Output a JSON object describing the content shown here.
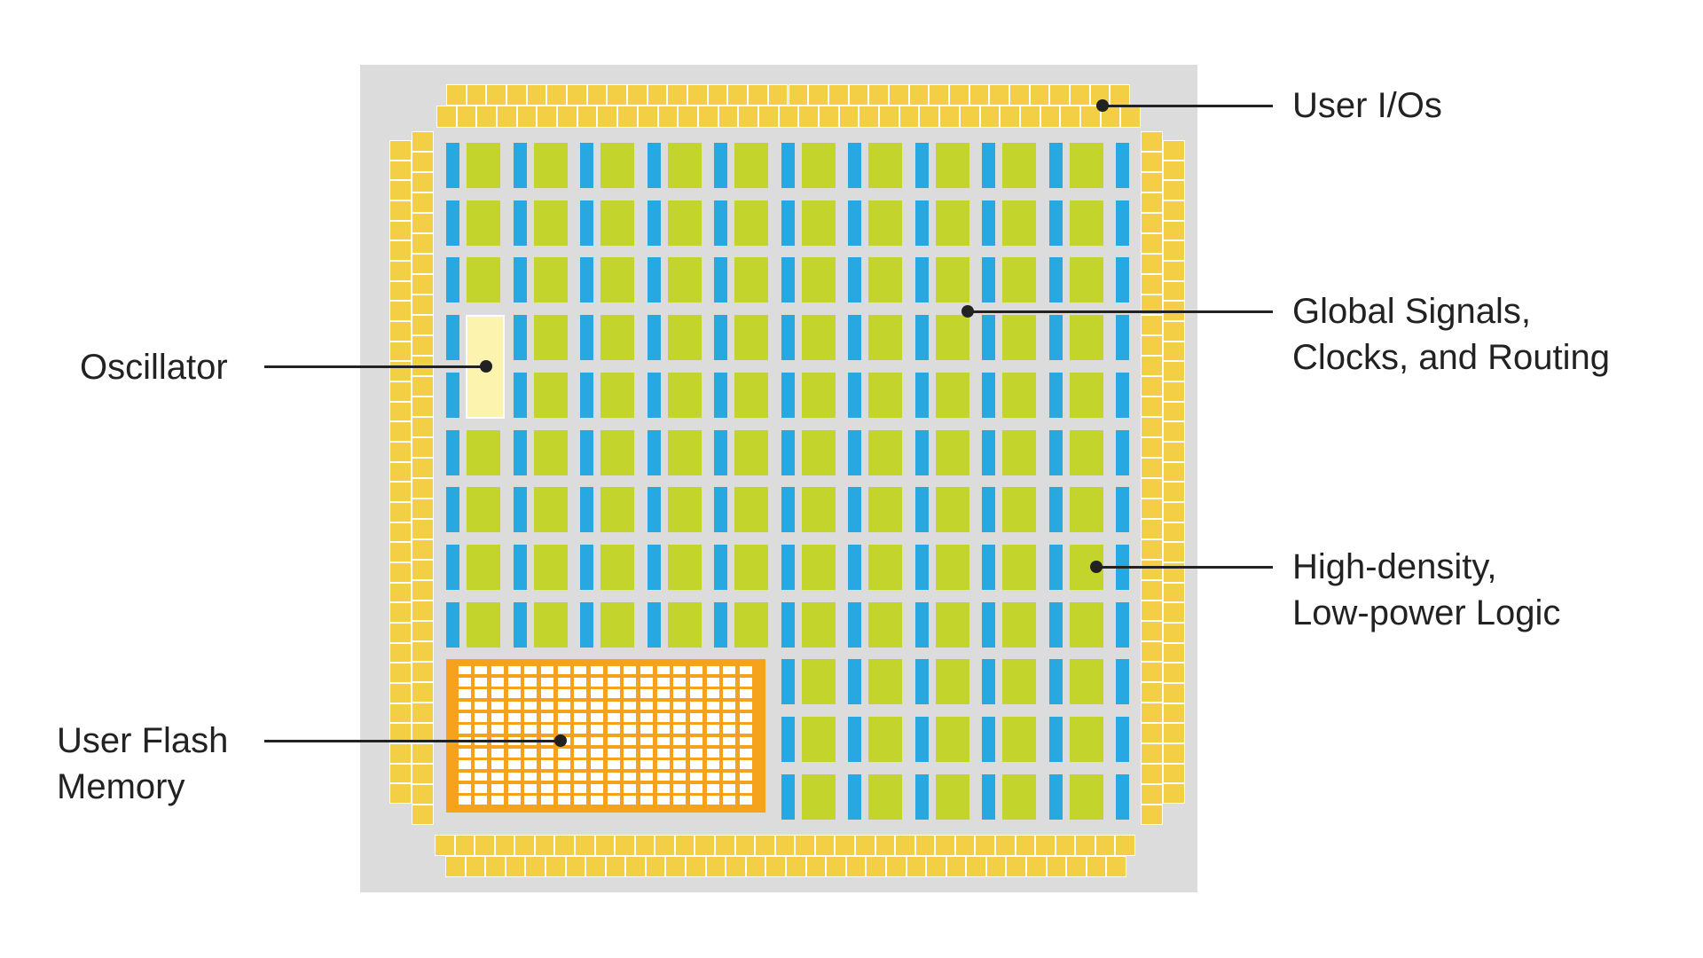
{
  "title": "FPGA block diagram",
  "colors": {
    "io": "#f3cf45",
    "routing": "#27a8e0",
    "logic": "#c3d52d",
    "oscillator": "#fbf3ae",
    "flash": "#f7a21c",
    "die": "#dcdcdc"
  },
  "labels": {
    "user_ios": "User I/Os",
    "global_signals_line1": "Global Signals,",
    "global_signals_line2": "Clocks, and Routing",
    "logic_line1": "High-density,",
    "logic_line2": "Low-power Logic",
    "oscillator": "Oscillator",
    "flash_line1": "User Flash",
    "flash_line2": "Memory"
  },
  "grid": {
    "columns": 10,
    "rows": 12
  },
  "flash_cells": {
    "columns": 18,
    "rows": 12
  }
}
